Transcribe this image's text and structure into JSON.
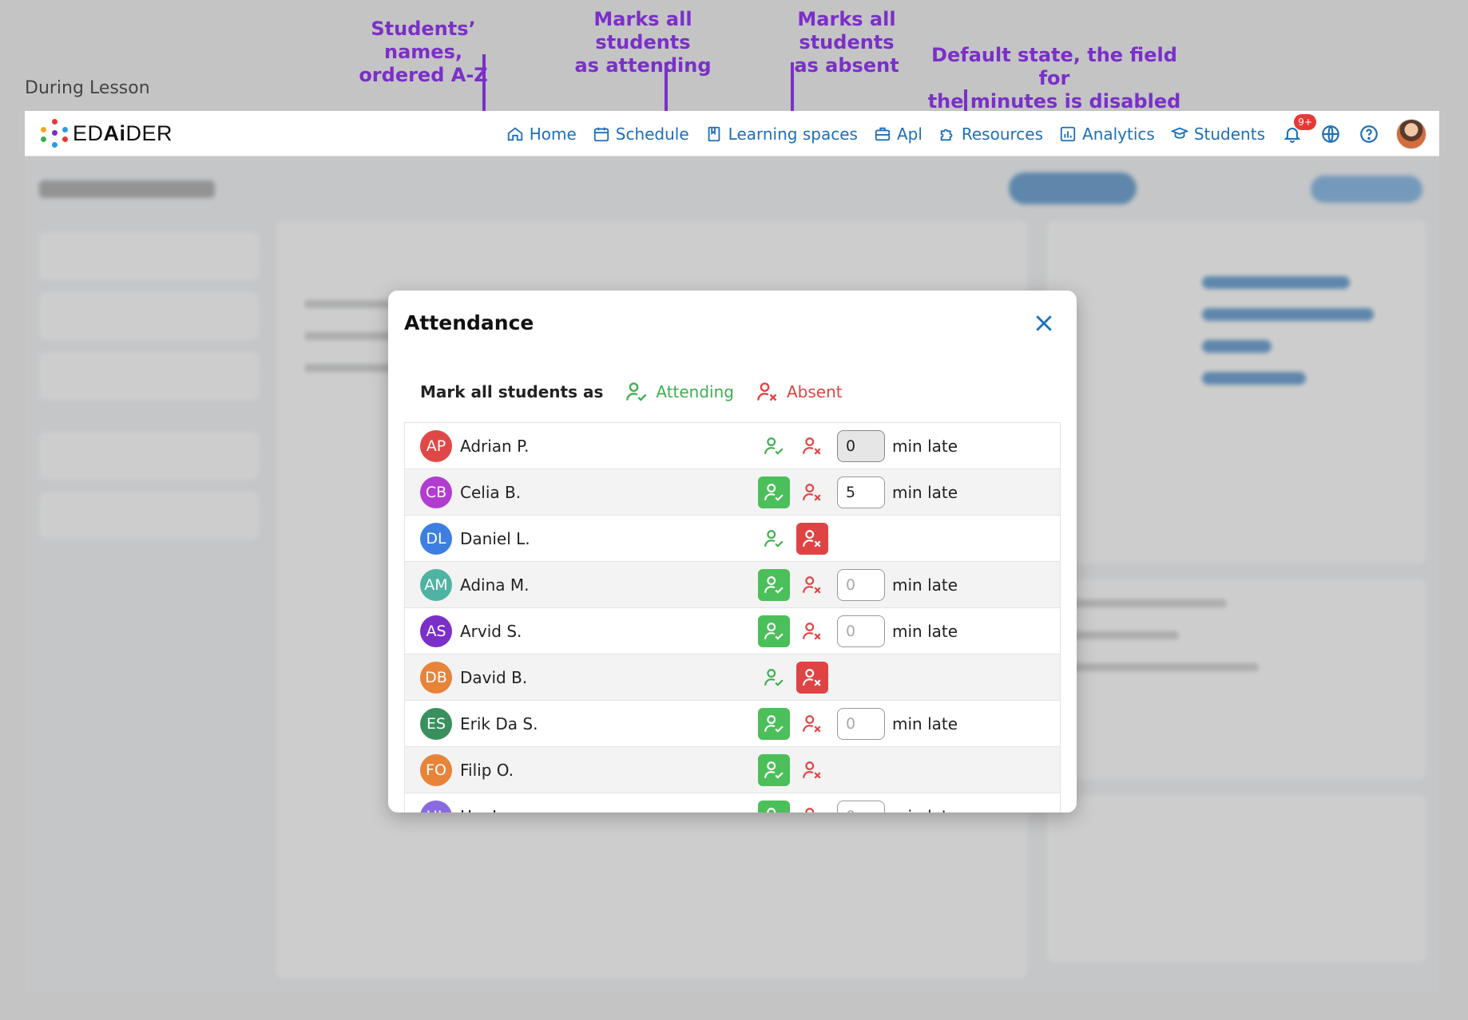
{
  "section_label": "During Lesson",
  "annotations": [
    {
      "id": "names",
      "text": "Students’ names,\nordered A-Z"
    },
    {
      "id": "attending",
      "text": "Marks all students\nas attending"
    },
    {
      "id": "absent",
      "text": "Marks all students\nas absent"
    },
    {
      "id": "minutes",
      "text": "Default state, the field for\nthe minutes is disabled"
    }
  ],
  "app": {
    "logo_text_1": "ED",
    "logo_text_2": "Ai",
    "logo_text_3": "DER",
    "nav": [
      {
        "label": "Home",
        "icon": "home-icon"
      },
      {
        "label": "Schedule",
        "icon": "calendar-icon"
      },
      {
        "label": "Learning spaces",
        "icon": "book-icon"
      },
      {
        "label": "Apl",
        "icon": "briefcase-icon"
      },
      {
        "label": "Resources",
        "icon": "puzzle-icon"
      },
      {
        "label": "Analytics",
        "icon": "analytics-icon"
      },
      {
        "label": "Students",
        "icon": "students-icon"
      }
    ],
    "notification_badge": "9+"
  },
  "modal": {
    "title": "Attendance",
    "mark_all_label": "Mark all students as",
    "attending_label": "Attending",
    "absent_label": "Absent",
    "min_late_label": "min late",
    "min_placeholder": "0",
    "students": [
      {
        "initials": "AP",
        "name": "Adrian P.",
        "color": "#e04848",
        "status": "none",
        "minutes": "0",
        "input_state": "disabled"
      },
      {
        "initials": "CB",
        "name": "Celia B.",
        "color": "#b23ccf",
        "status": "attending",
        "minutes": "5",
        "input_state": "filled"
      },
      {
        "initials": "DL",
        "name": "Daniel L.",
        "color": "#3d7fe0",
        "status": "absent",
        "minutes": "",
        "input_state": "hidden"
      },
      {
        "initials": "AM",
        "name": "Adina M.",
        "color": "#4fb3a2",
        "status": "attending",
        "minutes": "",
        "input_state": "empty"
      },
      {
        "initials": "AS",
        "name": "Arvid S.",
        "color": "#7b2fc9",
        "status": "attending",
        "minutes": "",
        "input_state": "empty"
      },
      {
        "initials": "DB",
        "name": "David B.",
        "color": "#e8833a",
        "status": "absent",
        "minutes": "",
        "input_state": "hidden"
      },
      {
        "initials": "ES",
        "name": "Erik Da S.",
        "color": "#3a8f5e",
        "status": "attending",
        "minutes": "",
        "input_state": "empty"
      },
      {
        "initials": "FO",
        "name": "Filip O.",
        "color": "#e8833a",
        "status": "attending",
        "minutes": "",
        "input_state": "hidden"
      },
      {
        "initials": "HL",
        "name": "H... L.",
        "color": "#8a6ae0",
        "status": "attending",
        "minutes": "",
        "input_state": "empty"
      }
    ]
  },
  "colors": {
    "accent": "#1d6fb8",
    "attending": "#4bbf5a",
    "absent": "#e04343",
    "annotation": "#7b2fc9"
  }
}
